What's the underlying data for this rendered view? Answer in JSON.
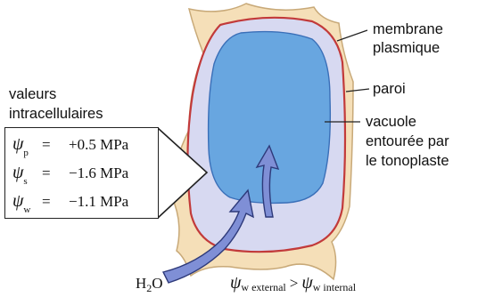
{
  "title": "Image: cellule végétale",
  "labels": {
    "membrane": [
      "membrane",
      "plasmique"
    ],
    "paroi": "paroi",
    "vacuole": [
      "vacuole",
      "entourée par",
      "le tonoplaste"
    ],
    "intracell": [
      "valeurs",
      "intracellulaires"
    ]
  },
  "values": [
    {
      "symbol": "ψ",
      "sub": "p",
      "value": "+0.5 MPa"
    },
    {
      "symbol": "ψ",
      "sub": "s",
      "value": "−1.6 MPa"
    },
    {
      "symbol": "ψ",
      "sub": "w",
      "value": "−1.1 MPa"
    }
  ],
  "water": {
    "main": "H",
    "sub": "2",
    "tail": "O"
  },
  "comparison": {
    "symbol": "ψ",
    "left_sub": "w external",
    "op": ">",
    "right_sub": "w internal"
  },
  "colors": {
    "wall": "#f5dfb8",
    "wall_edge": "#c8a978",
    "membrane": "#c23a3a",
    "cytoplasm": "#d7d9f1",
    "vacuole": "#68a6e0",
    "vacuole_edge": "#3a6fb8",
    "arrow": "#7f8fd6",
    "arrow_edge": "#2e3a7a"
  }
}
